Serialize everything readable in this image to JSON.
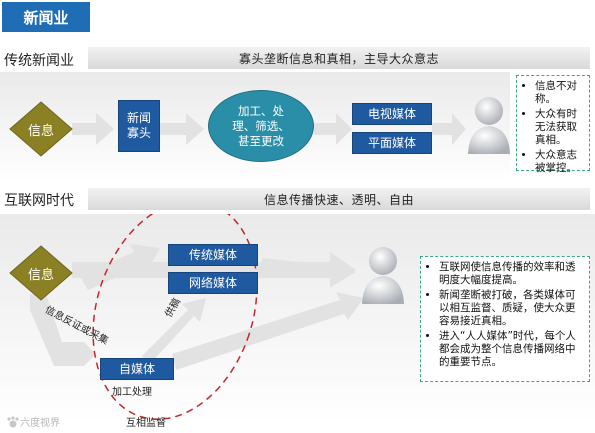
{
  "header": {
    "title": "新闻业"
  },
  "traditional": {
    "section_label": "传统新闻业",
    "bar_text": "寡头垄断信息和真相，主导大众意志",
    "info": "信息",
    "gatekeeper": "新闻\n寡头",
    "process": "加工、处\n理、筛选、\n甚至更改",
    "media": [
      "电视媒体",
      "平面媒体"
    ],
    "notes": [
      "信息不对称。",
      "大众有时无法获取真相。",
      "大众意志被掌控。"
    ]
  },
  "internet": {
    "section_label": "互联网时代",
    "bar_text": "信息传播快速、透明、自由",
    "info": "信息",
    "media": [
      "传统媒体",
      "网络媒体"
    ],
    "self_media": "自媒体",
    "label_verify": "信息反证或采集",
    "label_supply": "供稿",
    "label_process": "加工处理",
    "label_supervise": "互相监督",
    "notes": [
      "互联网使信息传播的效率和透明度大幅度提高。",
      "新闻垄断被打破，各类媒体可以相互监督、质疑，使大众更容易接近真相。",
      "进入“人人媒体”时代，每个人都会成为整个信息传播网络中的重要节点。"
    ]
  },
  "watermark": "六度视界",
  "colors": {
    "title_blue": "#1f6db5",
    "box_blue": "#1f5aa0",
    "teal": "#2a8ea8",
    "olive": "#8c8024",
    "note_border": "#3aa88e",
    "ellipse_red": "#c9252b"
  }
}
